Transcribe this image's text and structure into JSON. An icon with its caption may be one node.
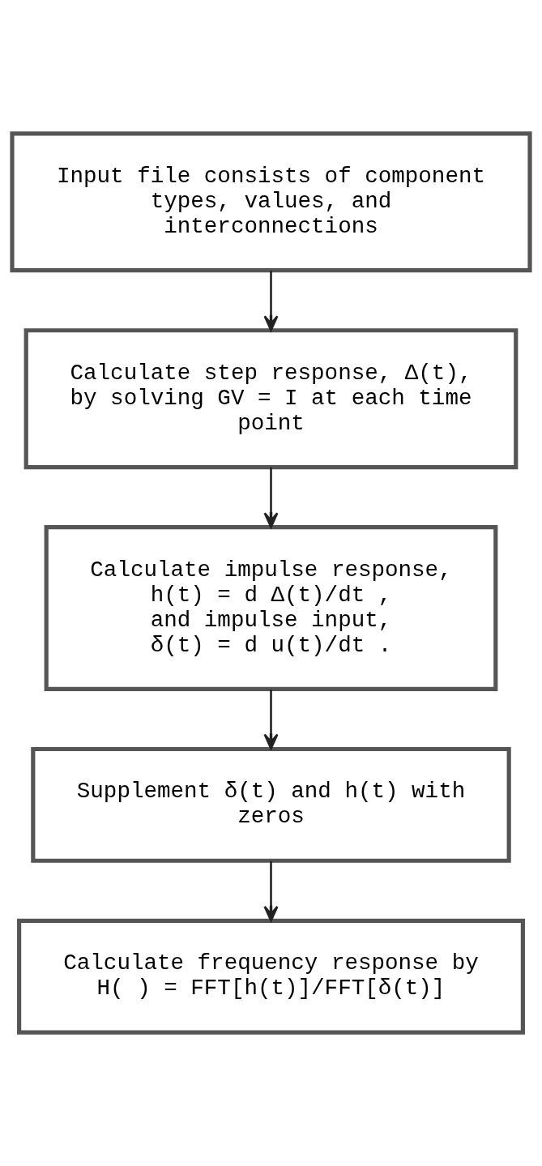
{
  "diagram": {
    "nodes": [
      {
        "text": [
          "Input file consists of component types, values, and interconnections"
        ]
      },
      {
        "text": [
          "Calculate step response, Δ(t), by solving GV = I at each time point"
        ]
      },
      {
        "text": [
          "Calculate impulse response,",
          "h(t) = d Δ(t)/dt ,",
          "and impulse input,",
          "δ(t) = d u(t)/dt ."
        ]
      },
      {
        "text": [
          "Supplement δ(t) and h(t) with zeros"
        ]
      },
      {
        "text": [
          "Calculate frequency response by",
          "H( ) = FFT[h(t)]/FFT[δ(t)]"
        ]
      }
    ],
    "edges": [
      {
        "from": 0,
        "to": 1,
        "arrow": "to"
      },
      {
        "from": 1,
        "to": 2,
        "arrow": "to"
      },
      {
        "from": 2,
        "to": 3,
        "arrow": "to"
      },
      {
        "from": 3,
        "to": 4,
        "arrow": "to"
      }
    ]
  }
}
